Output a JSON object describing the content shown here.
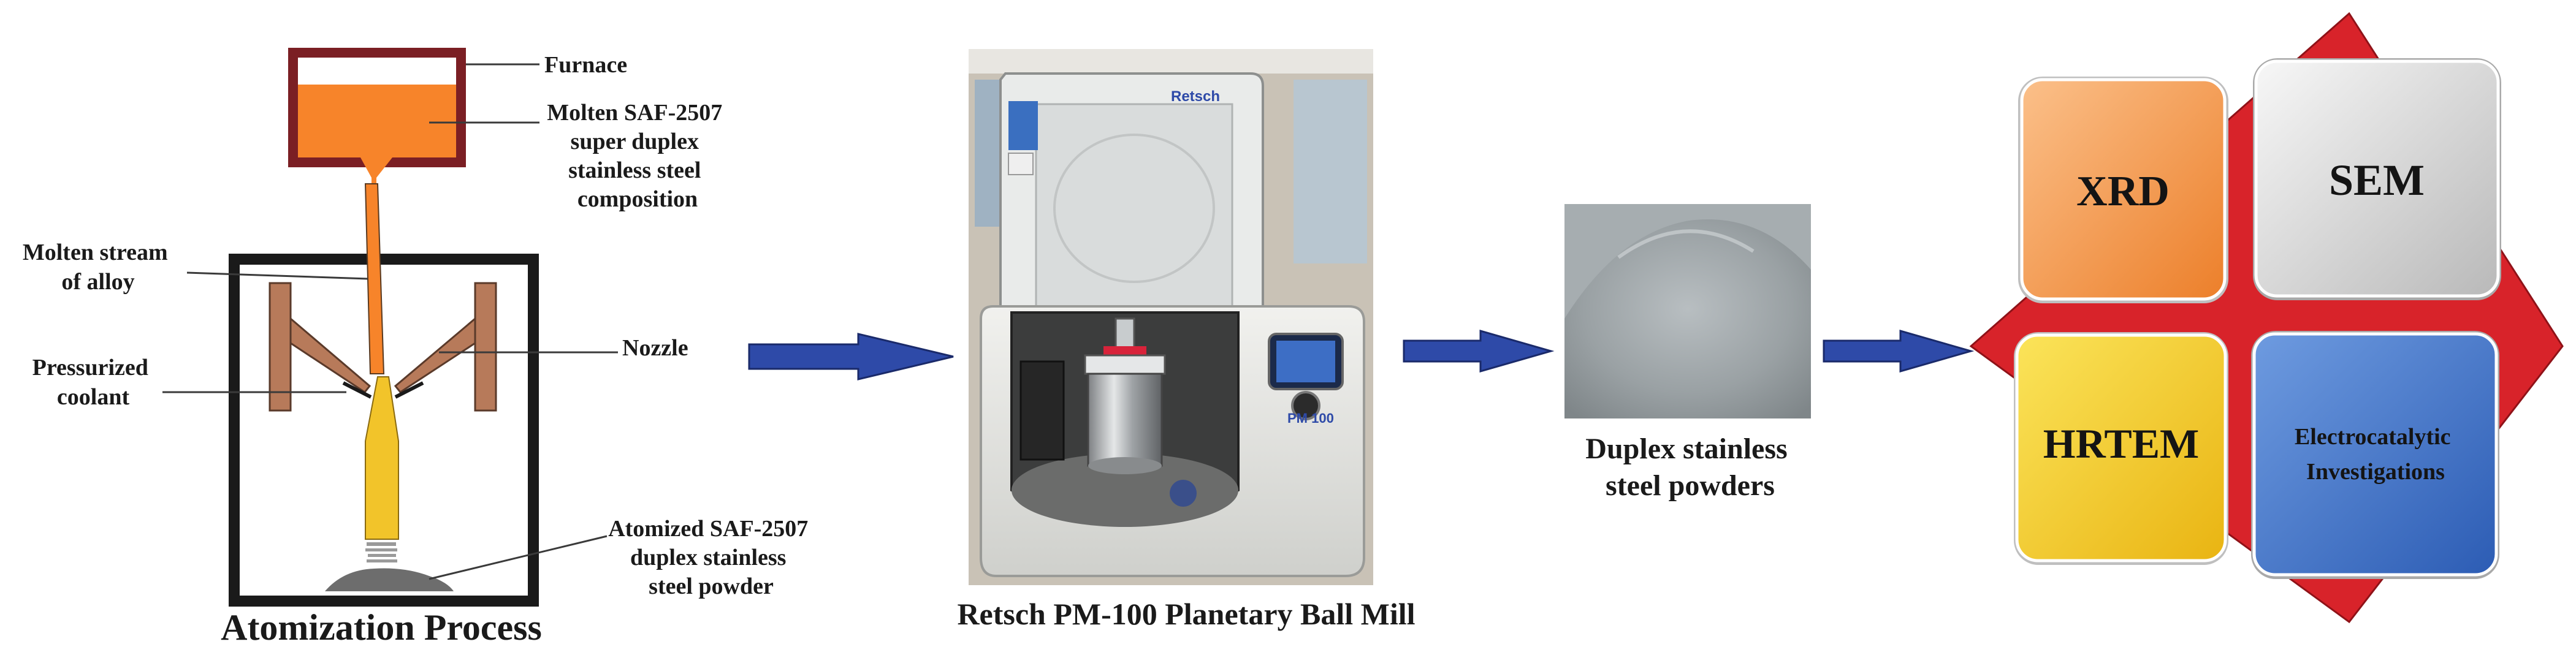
{
  "atomization": {
    "title": "Atomization Process",
    "labels": {
      "furnace": "Furnace",
      "molten_lines": [
        "Molten SAF-2507",
        "super duplex",
        "stainless steel",
        "composition"
      ],
      "stream_lines": [
        "Molten stream",
        "of alloy"
      ],
      "nozzle": "Nozzle",
      "coolant_lines": [
        "Pressurized",
        "coolant"
      ],
      "atomized_lines": [
        "Atomized SAF-2507",
        "duplex stainless",
        "steel powder"
      ]
    }
  },
  "ball_mill": {
    "title": "Retsch PM-100 Planetary Ball Mill",
    "brand": "Retsch",
    "model": "PM 100"
  },
  "powder": {
    "caption_lines": [
      "Duplex stainless",
      "steel powders"
    ]
  },
  "characterization": {
    "tiles": [
      {
        "lines": [
          "XRD"
        ],
        "color": "#f49a4a"
      },
      {
        "lines": [
          "SEM"
        ],
        "color": "#d6d6d6"
      },
      {
        "lines": [
          "HRTEM"
        ],
        "color": "#f3c92a"
      },
      {
        "lines": [
          "Electrocatalytic",
          "Investigations"
        ],
        "color": "#3f72c6"
      }
    ],
    "diamond_color": "#d8232a"
  },
  "colors": {
    "arrow": "#2e4aa8",
    "furnace_frame": "#7b1f24",
    "molten": "#f7842a",
    "stream": "#f5a03a",
    "nozzle": "#b77a5a",
    "jet": "#f2c42a"
  }
}
